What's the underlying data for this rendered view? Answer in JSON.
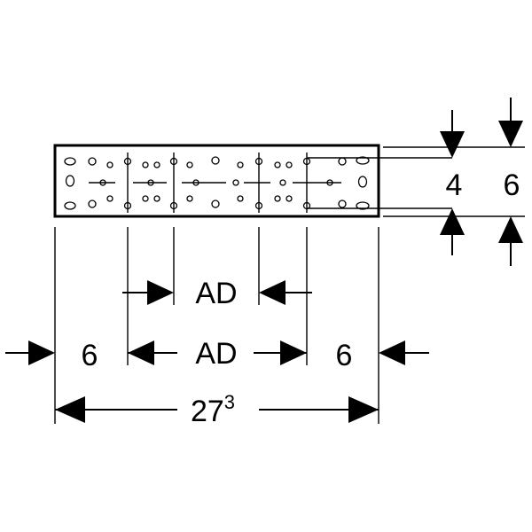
{
  "labels": {
    "ad_inner": "AD",
    "ad_outer": "AD",
    "left_margin": "6",
    "right_margin": "6",
    "total_base": "27",
    "total_sup": "3",
    "inner_height": "4",
    "outer_height": "6"
  }
}
